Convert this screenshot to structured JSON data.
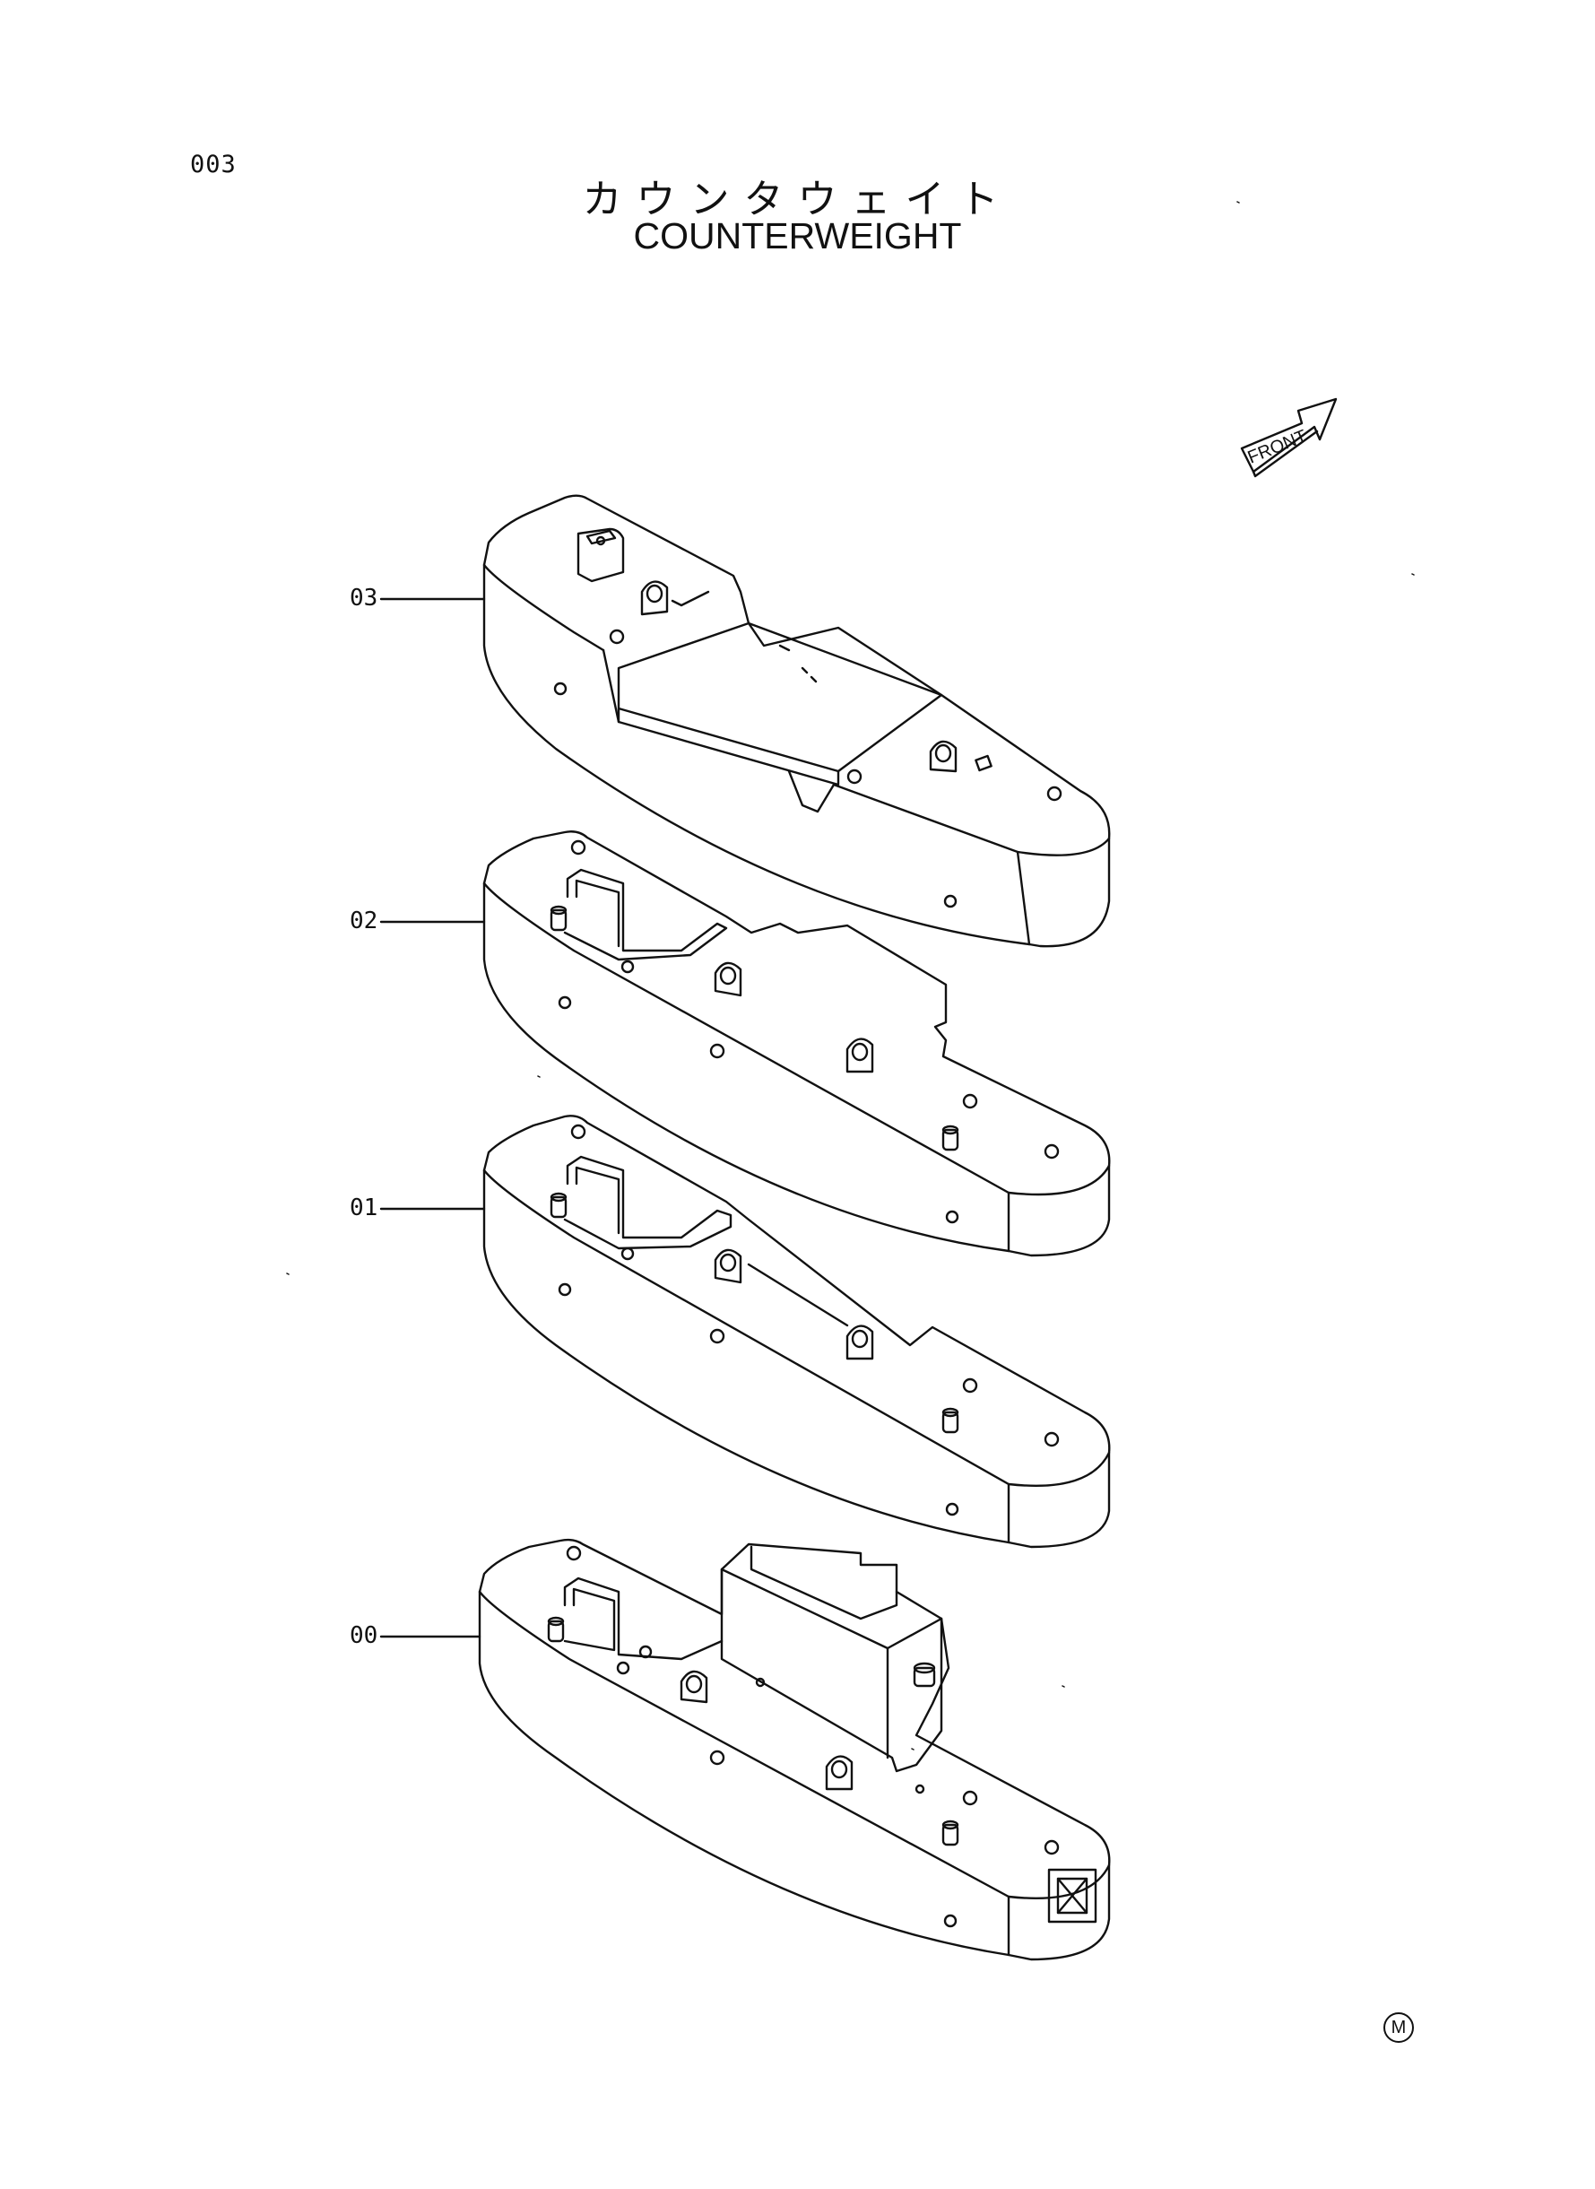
{
  "page": {
    "number": "003"
  },
  "title": {
    "japanese": "カウンタウェイト",
    "english": "COUNTERWEIGHT"
  },
  "front_indicator": {
    "label": "FRONT"
  },
  "parts": [
    {
      "callout": "03"
    },
    {
      "callout": "02"
    },
    {
      "callout": "01"
    },
    {
      "callout": "00"
    }
  ],
  "corner_mark": "M"
}
